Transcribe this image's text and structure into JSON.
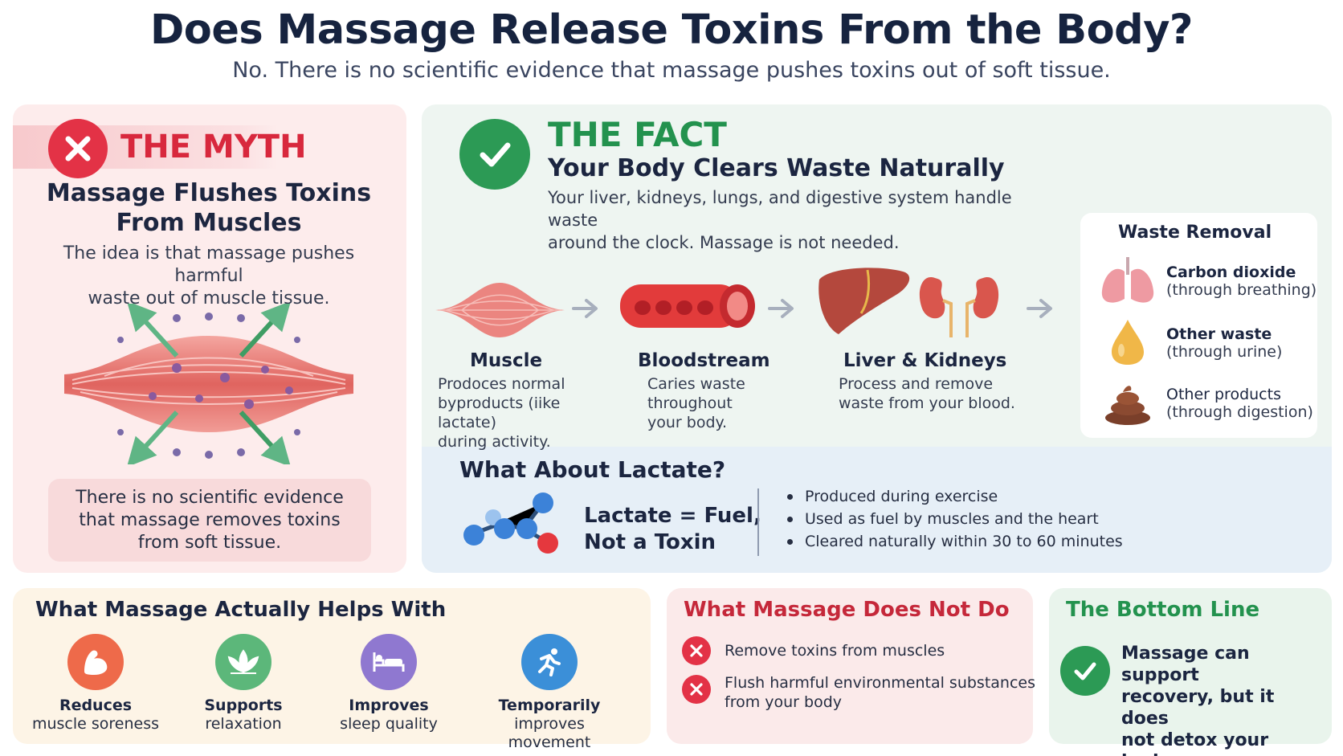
{
  "header": {
    "title": "Does Massage Release Toxins From the Body?",
    "subtitle": "No. There is no scientific evidence that massage pushes toxins out of soft tissue."
  },
  "myth": {
    "label": "THE MYTH",
    "heading_line1": "Massage Flushes Toxins",
    "heading_line2": "From Muscles",
    "desc_line1": "The idea is that massage pushes harmful",
    "desc_line2": "waste out of muscle tissue.",
    "note_line1": "There is no scientific evidence",
    "note_line2": "that massage removes toxins",
    "note_line3": "from soft tissue.",
    "colors": {
      "accent": "#e33246",
      "panel": "#fdecec"
    }
  },
  "fact": {
    "label": "THE FACT",
    "heading": "Your Body Clears Waste Naturally",
    "desc_line1": "Your liver, kidneys, lungs, and digestive system handle waste",
    "desc_line2": "around the clock. Massage is not needed.",
    "steps": [
      {
        "icon": "muscle-icon",
        "title": "Muscle",
        "lines": [
          "Prodoces normal",
          "byproducts (iike lactate)",
          "during activity."
        ]
      },
      {
        "icon": "blood-vessel-icon",
        "title": "Bloodstream",
        "lines": [
          "Caries waste",
          "throughout",
          "your body."
        ]
      },
      {
        "icon": "liver-kidneys-icon",
        "title": "Liver & Kidneys",
        "lines": [
          "Process and remove",
          "waste from your blood."
        ]
      }
    ],
    "waste_removal": {
      "title": "Waste Removal",
      "items": [
        {
          "icon": "lungs-icon",
          "title": "Carbon dioxide",
          "sub": "(through breathing)"
        },
        {
          "icon": "urine-drop-icon",
          "title": "Other waste",
          "sub": "(through urine)"
        },
        {
          "icon": "stool-icon",
          "title": "Other products",
          "sub": "(through digestion)"
        }
      ]
    },
    "colors": {
      "accent": "#2c9a55",
      "panel": "#eef5f1"
    }
  },
  "lactate": {
    "title": "What About Lactate?",
    "eq_line1": "Lactate = Fuel,",
    "eq_line2": "Not a Toxin",
    "bullets": [
      "Produced during exercise",
      "Used as fuel by muscles and the heart",
      "Cleared naturally within 30 to 60 minutes"
    ]
  },
  "helps": {
    "title": "What Massage Actually Helps With",
    "items": [
      {
        "icon": "flexed-arm-icon",
        "bold": "Reduces",
        "rest": "muscle soreness",
        "color": "#ee6a4a"
      },
      {
        "icon": "lotus-icon",
        "bold": "Supports",
        "rest": "relaxation",
        "color": "#5cb77a"
      },
      {
        "icon": "bed-icon",
        "bold": "Improves",
        "rest": "sleep quality",
        "color": "#8f78d0"
      },
      {
        "icon": "running-person-icon",
        "bold": "Temporarily",
        "rest": "improves movement",
        "color": "#3b8fd8"
      }
    ]
  },
  "does_not": {
    "title": "What Massage Does Not Do",
    "items": [
      {
        "line1": "Remove toxins from muscles",
        "line2": ""
      },
      {
        "line1": "Flush harmful environmental substances",
        "line2": "from your body"
      }
    ]
  },
  "bottom_line": {
    "title": "The Bottom Line",
    "line1": "Massage can support",
    "line2": "recovery, but it does",
    "line3": "not detox your body."
  }
}
